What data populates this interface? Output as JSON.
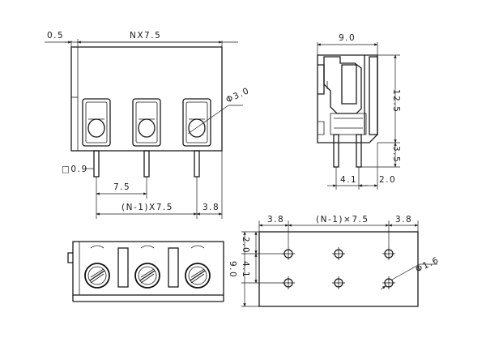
{
  "front_view": {
    "dim_offset": "0.5",
    "dim_length": "NX7.5",
    "dim_hole": "Φ3.0",
    "dim_pin_square": "□0.9",
    "dim_pitch": "7.5",
    "dim_total": "(N-1)X7.5",
    "dim_end": "3.8"
  },
  "side_view": {
    "dim_width": "9.0",
    "dim_height": "12.5",
    "dim_pin_len": "3.5",
    "dim_pin_pos": "4.1",
    "dim_pin_gap": "2.0"
  },
  "pcb_view": {
    "dim_left": "3.8",
    "dim_middle": "(N-1)×7.5",
    "dim_right": "3.8",
    "dim_top": "2.0",
    "dim_width": "9.0",
    "dim_row": "4.1",
    "dim_hole": "Φ1.6"
  },
  "colors": {
    "line": "#1a1a1a",
    "background": "#ffffff"
  },
  "icons": {
    "terminal_screw": "screw-head-icon",
    "pcb_hole": "pcb-hole-icon"
  }
}
